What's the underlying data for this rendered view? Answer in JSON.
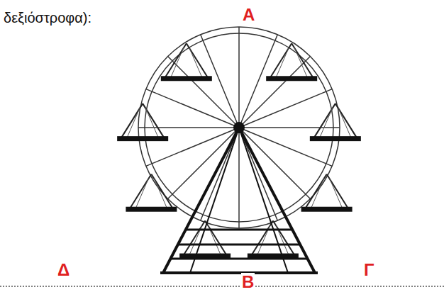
{
  "diagram": {
    "labels": [
      "δεξιόστροφα):",
      "Α",
      "Β",
      "Γ",
      "Δ"
    ]
  }
}
